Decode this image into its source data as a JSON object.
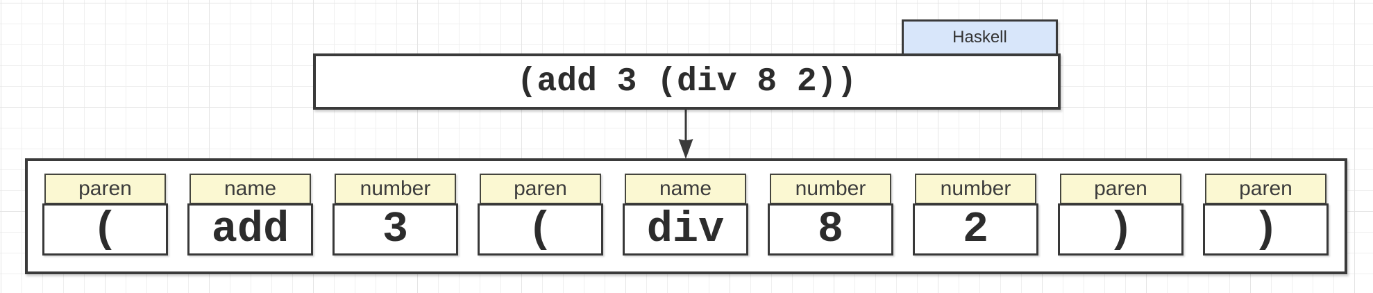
{
  "diagram": {
    "expression": {
      "text": "(add 3 (div 8 2))",
      "language": "Haskell"
    },
    "arrow": {
      "direction": "down"
    },
    "tokens": [
      {
        "type": "paren",
        "value": "("
      },
      {
        "type": "name",
        "value": "add"
      },
      {
        "type": "number",
        "value": "3"
      },
      {
        "type": "paren",
        "value": "("
      },
      {
        "type": "name",
        "value": "div"
      },
      {
        "type": "number",
        "value": "8"
      },
      {
        "type": "number",
        "value": "2"
      },
      {
        "type": "paren",
        "value": ")"
      },
      {
        "type": "paren",
        "value": ")"
      }
    ],
    "colors": {
      "token_type_fill": "#fbf8d2",
      "language_tag_fill": "#d8e6fa",
      "border": "#3a3a3a"
    }
  }
}
